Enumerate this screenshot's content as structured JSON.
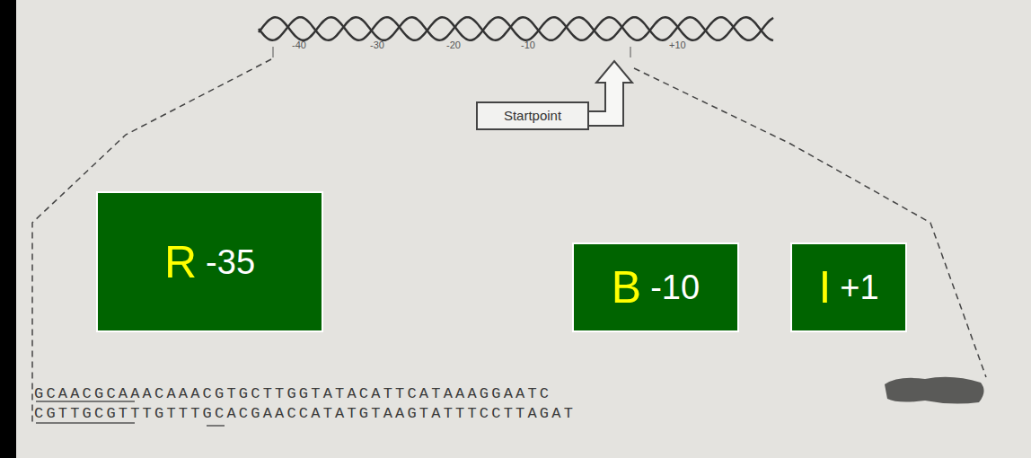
{
  "diagram": {
    "nodes": [
      {
        "text": [
          "Startpoint"
        ]
      },
      {
        "text": [
          "R",
          "-35"
        ]
      },
      {
        "text": [
          "B",
          "-10"
        ]
      },
      {
        "text": [
          "I",
          "+1"
        ]
      }
    ],
    "labels": [
      "-40",
      "-30",
      "-20",
      "-10",
      "+10",
      "GCAACGCAAACAAACGTGCTTGGTATACATTCATAAAGGAATC",
      "CGTTGCGTTTGTTTGCACGAACCATATGTAAGTATTTCCTTAGAT"
    ]
  }
}
